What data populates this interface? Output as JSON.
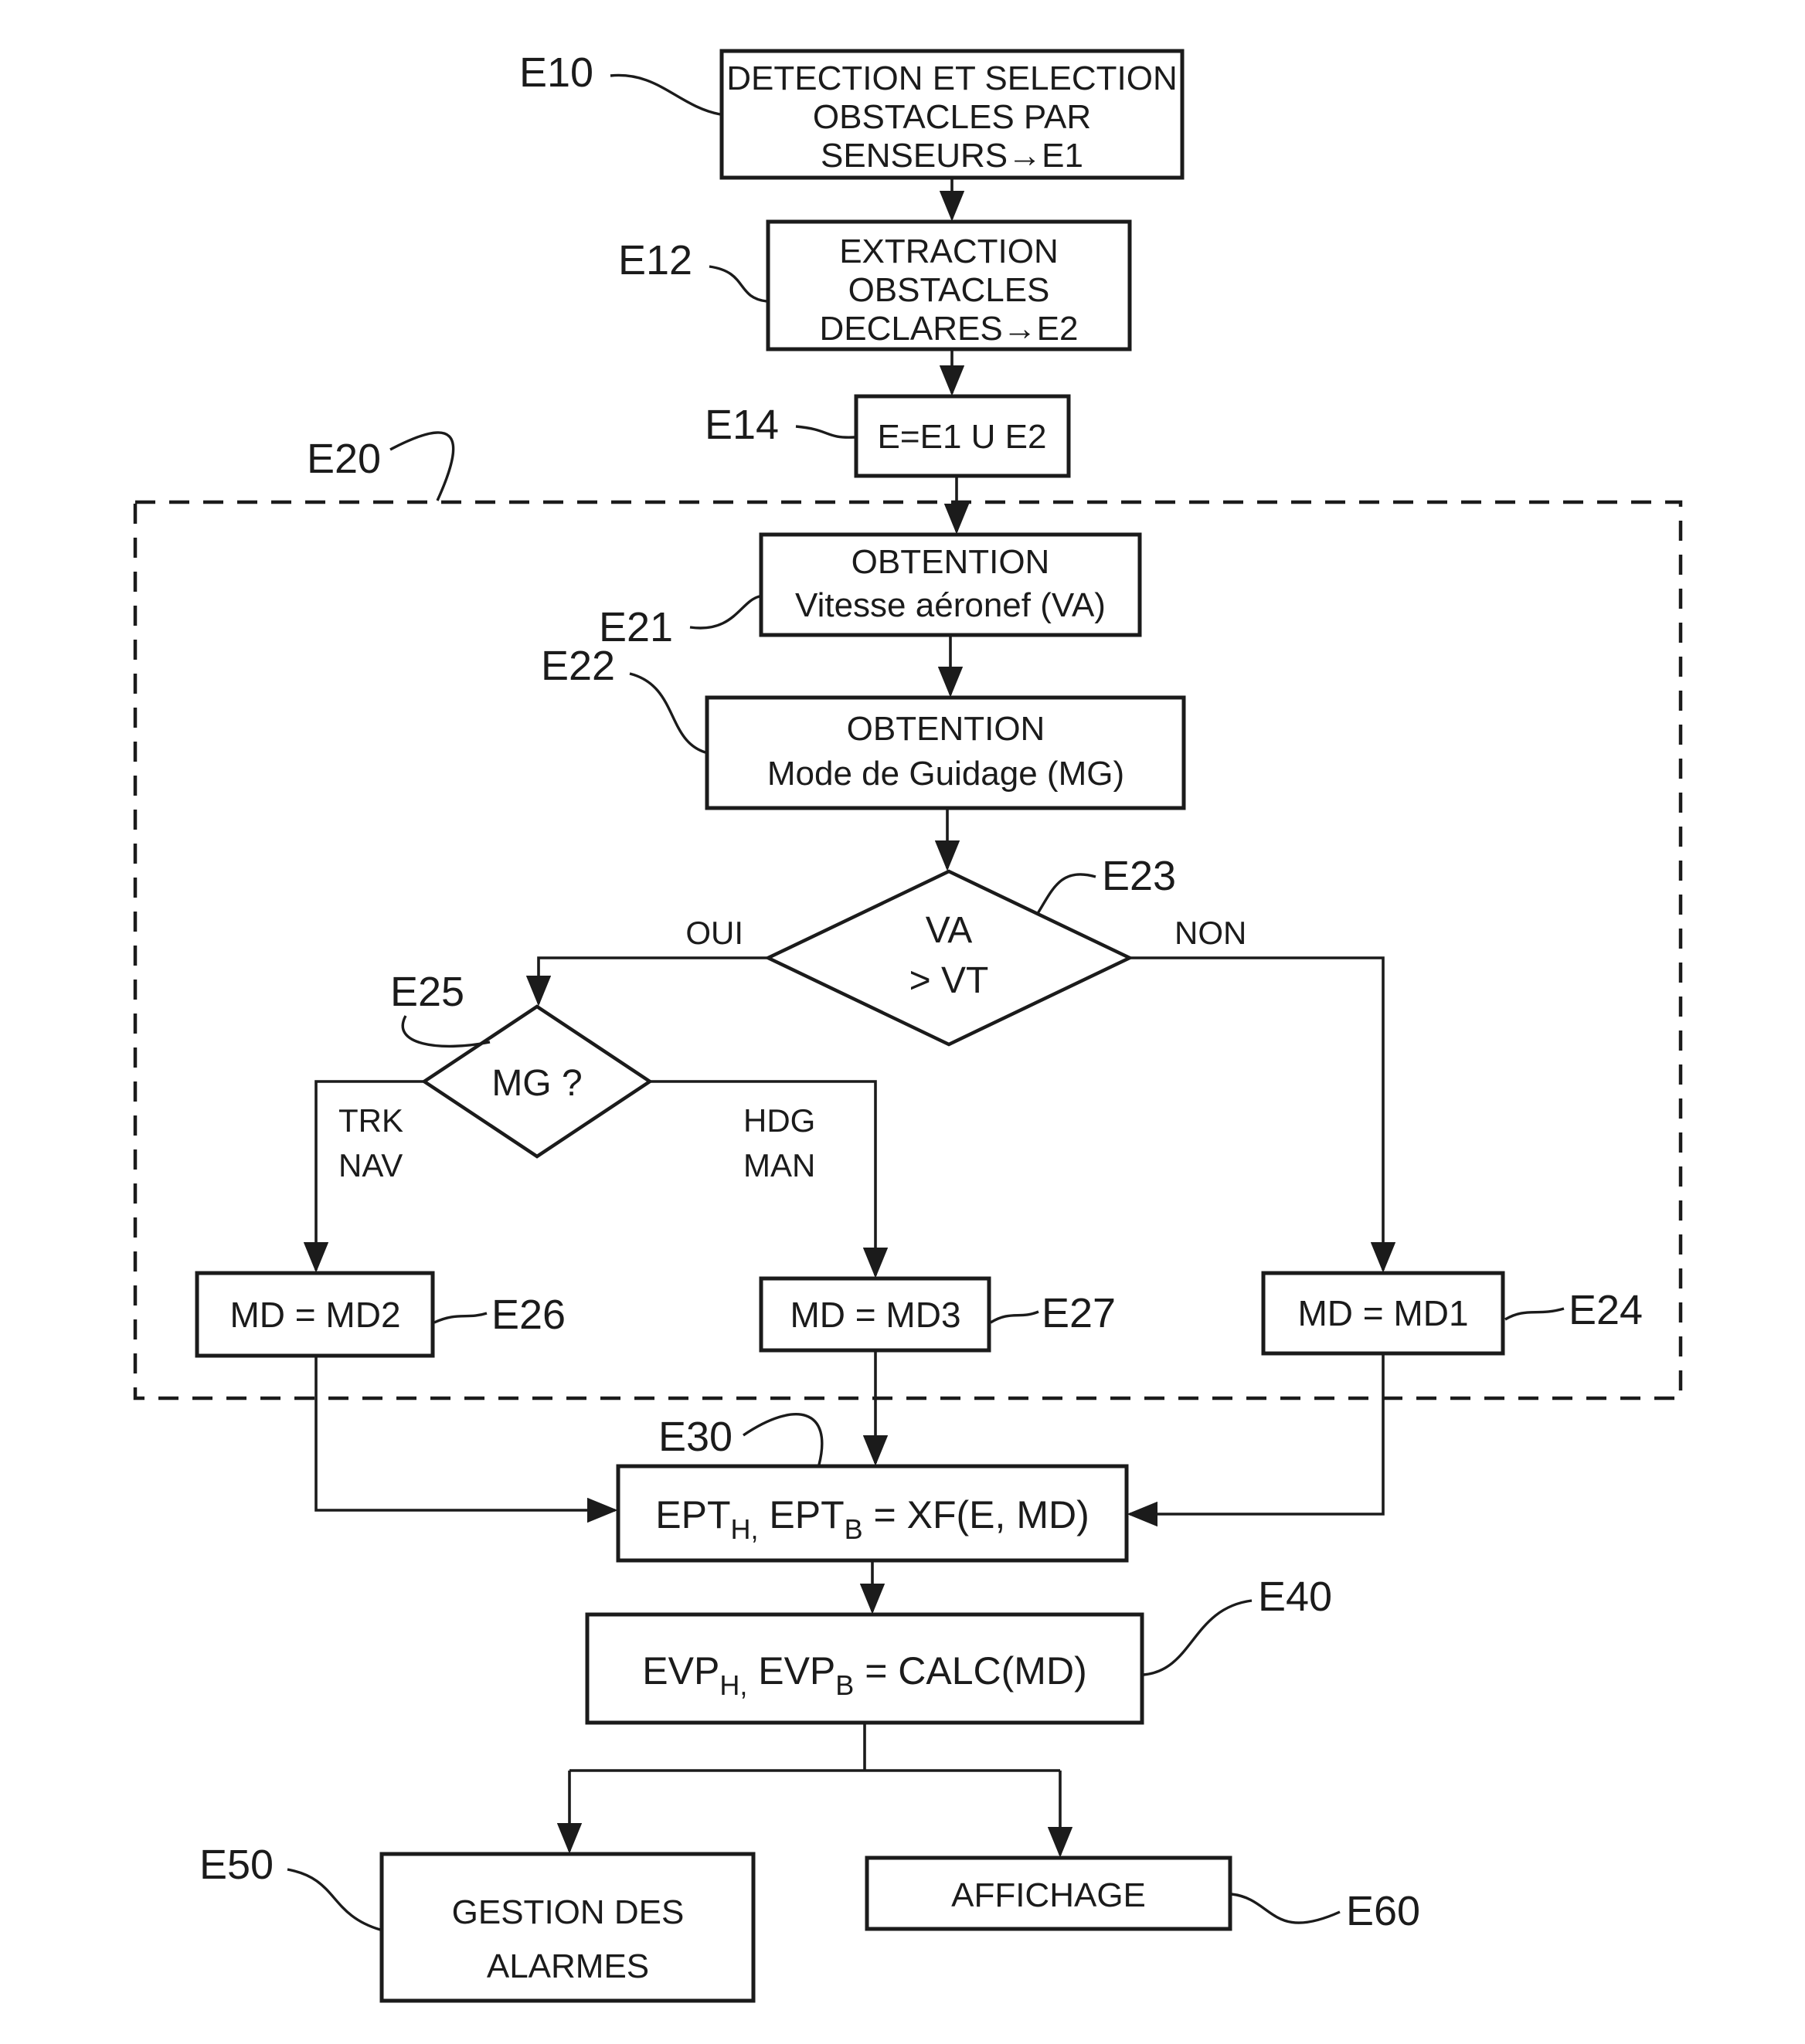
{
  "figure": {
    "ink_color": "#1b1b1b",
    "background_color": "#ffffff"
  },
  "refs": {
    "e10": "E10",
    "e12": "E12",
    "e14": "E14",
    "e20": "E20",
    "e21": "E21",
    "e22": "E22",
    "e23": "E23",
    "e24": "E24",
    "e25": "E25",
    "e26": "E26",
    "e27": "E27",
    "e30": "E30",
    "e40": "E40",
    "e50": "E50",
    "e60": "E60"
  },
  "nodes": {
    "e10": {
      "lines": [
        "DETECTION ET SELECTION",
        "OBSTACLES PAR",
        "SENSEURS→E1"
      ]
    },
    "e12": {
      "lines": [
        "EXTRACTION",
        "OBSTACLES",
        "DECLARES→E2"
      ]
    },
    "e14": {
      "label": "E=E1 U E2"
    },
    "e21": {
      "lines": [
        "OBTENTION",
        "Vitesse aéronef (VA)"
      ]
    },
    "e22": {
      "lines": [
        "OBTENTION",
        "Mode de Guidage (MG)"
      ]
    },
    "e23": {
      "lines": [
        "VA",
        "> VT"
      ]
    },
    "e25": {
      "label": "MG ?"
    },
    "e26": {
      "label": "MD = MD2"
    },
    "e27": {
      "label": "MD = MD3"
    },
    "e24": {
      "label": "MD = MD1"
    },
    "e30": {
      "t1": "EPT",
      "s1": "H,",
      "t2": " EPT",
      "s2": "B",
      "t3": " = XF(E, MD)"
    },
    "e40": {
      "t1": "EVP",
      "s1": "H,",
      "t2": " EVP",
      "s2": "B",
      "t3": " = CALC(MD)"
    },
    "e50": {
      "lines": [
        "GESTION DES",
        "ALARMES"
      ]
    },
    "e60": {
      "label": "AFFICHAGE"
    }
  },
  "branches": {
    "oui": "OUI",
    "non": "NON",
    "trk": "TRK",
    "nav": "NAV",
    "hdg": "HDG",
    "man": "MAN"
  }
}
